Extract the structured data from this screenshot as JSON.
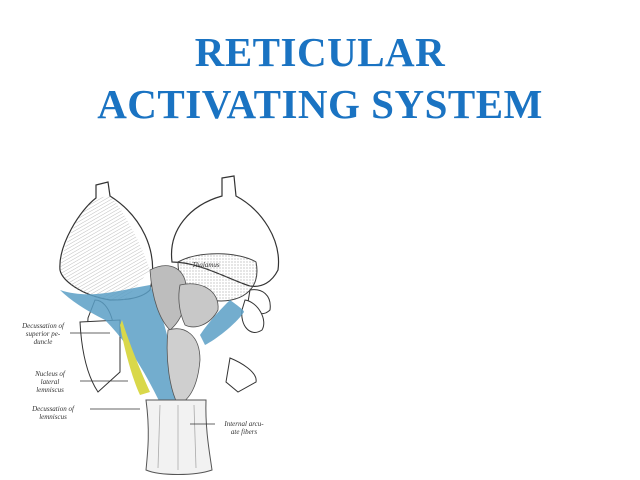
{
  "slide": {
    "title": {
      "line1": "RETICULAR",
      "line2": "ACTIVATING SYSTEM",
      "color": "#1a73c2"
    },
    "figure": {
      "description": "Brainstem anatomical illustration (dorsal view) with reticular pathway highlighted",
      "highlight_colors": {
        "reticular_tract": "#5b9fc6",
        "lateral_lemniscus": "#d9d84a"
      },
      "labels": {
        "thalamus": "Thalamus",
        "decussation_sup_peduncle_1": "Decussation of",
        "decussation_sup_peduncle_2": "superior pe-",
        "decussation_sup_peduncle_3": "duncle",
        "nucleus_lat_lemniscus_1": "Nucleus of",
        "nucleus_lat_lemniscus_2": "lateral",
        "nucleus_lat_lemniscus_3": "lemniscus",
        "decussation_lemniscus_1": "Decussation of",
        "decussation_lemniscus_2": "lemniscus",
        "internal_arcuate_1": "Internal arcu-",
        "internal_arcuate_2": "ate fibers"
      }
    }
  }
}
